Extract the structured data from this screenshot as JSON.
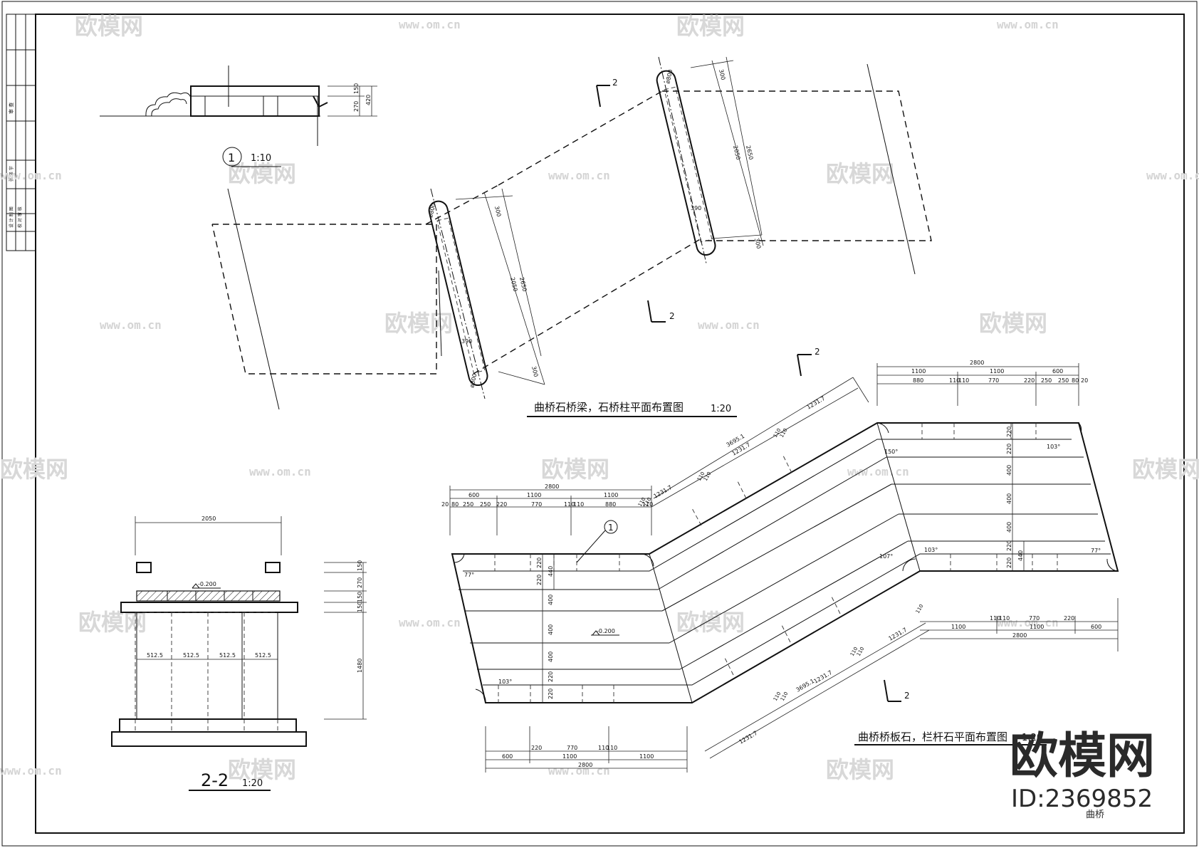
{
  "title_block": {
    "rows": [
      "审 查",
      "张 泽 宇",
      "设 计 制 图",
      "校 对 审 核"
    ]
  },
  "detail_1": {
    "symbol": "1",
    "scale": "1:10",
    "dims": [
      "150",
      "270",
      "420"
    ]
  },
  "beam_plan": {
    "caption": "曲桥石桥梁，石桥柱平面布置图",
    "scale": "1:20",
    "section_mark": "2",
    "left_dims": [
      "300",
      "2050",
      "2650",
      "390",
      "300"
    ],
    "left_small": [
      "ø800",
      "ø800"
    ],
    "right_dims": [
      "300",
      "2050",
      "2650",
      "390",
      "300"
    ],
    "right_small": [
      "ø800"
    ]
  },
  "section_22": {
    "title": "2-2",
    "scale": "1:20",
    "top_dim": "2050",
    "level": "-0.200",
    "bays": [
      "512.5",
      "512.5",
      "512.5",
      "512.5"
    ],
    "right_dims": [
      "150",
      "270",
      "150",
      "150",
      "1480"
    ]
  },
  "slab_plan": {
    "caption": "曲桥桥板石，栏杆石平面布置图",
    "scale": "1:20",
    "section_mark": "2",
    "detail_marker": "1",
    "level": "-0.200",
    "left_top_dims": {
      "overall": "2800",
      "tier2": [
        "600",
        "1100",
        "1100"
      ],
      "tier3": [
        "20",
        "80",
        "250",
        "250",
        "220",
        "770",
        "110",
        "110",
        "880",
        "110"
      ]
    },
    "left_side_dims": [
      "220",
      "440",
      "220",
      "400",
      "400",
      "400",
      "220",
      "220"
    ],
    "bottom_dims": {
      "tier1": [
        "220",
        "770",
        "110",
        "110"
      ],
      "tier2": [
        "600",
        "1100",
        "1100"
      ],
      "overall": "2800"
    },
    "right_top_dims": {
      "overall": "2800",
      "tier2": [
        "1100",
        "1100",
        "600"
      ],
      "tier3": [
        "880",
        "110",
        "110",
        "770",
        "220",
        "250",
        "250",
        "80",
        "20"
      ]
    },
    "right_side_dims": [
      "220",
      "220",
      "400",
      "400",
      "400",
      "220",
      "440",
      "220"
    ],
    "right_bottom_dims": {
      "tier1": [
        "110",
        "110",
        "770",
        "220"
      ],
      "tier2": [
        "1100",
        "1100",
        "600"
      ],
      "overall": "2800"
    },
    "diag_upper": [
      "3695.1",
      "1231.7",
      "1231.7",
      "1231.7",
      "110",
      "110",
      "110",
      "110",
      "110",
      "110"
    ],
    "diag_lower": [
      "3695.1",
      "1231.7",
      "1231.7",
      "1231.7",
      "110",
      "110",
      "110",
      "110",
      "110"
    ],
    "angles": [
      "77°",
      "103°",
      "150°",
      "103°",
      "107°",
      "103°",
      "77°"
    ]
  },
  "watermark": {
    "brand": "欧模网",
    "url": "www.om.cn"
  },
  "stamp": {
    "brand": "欧模网",
    "id": "ID:2369852",
    "caption": "曲桥"
  }
}
